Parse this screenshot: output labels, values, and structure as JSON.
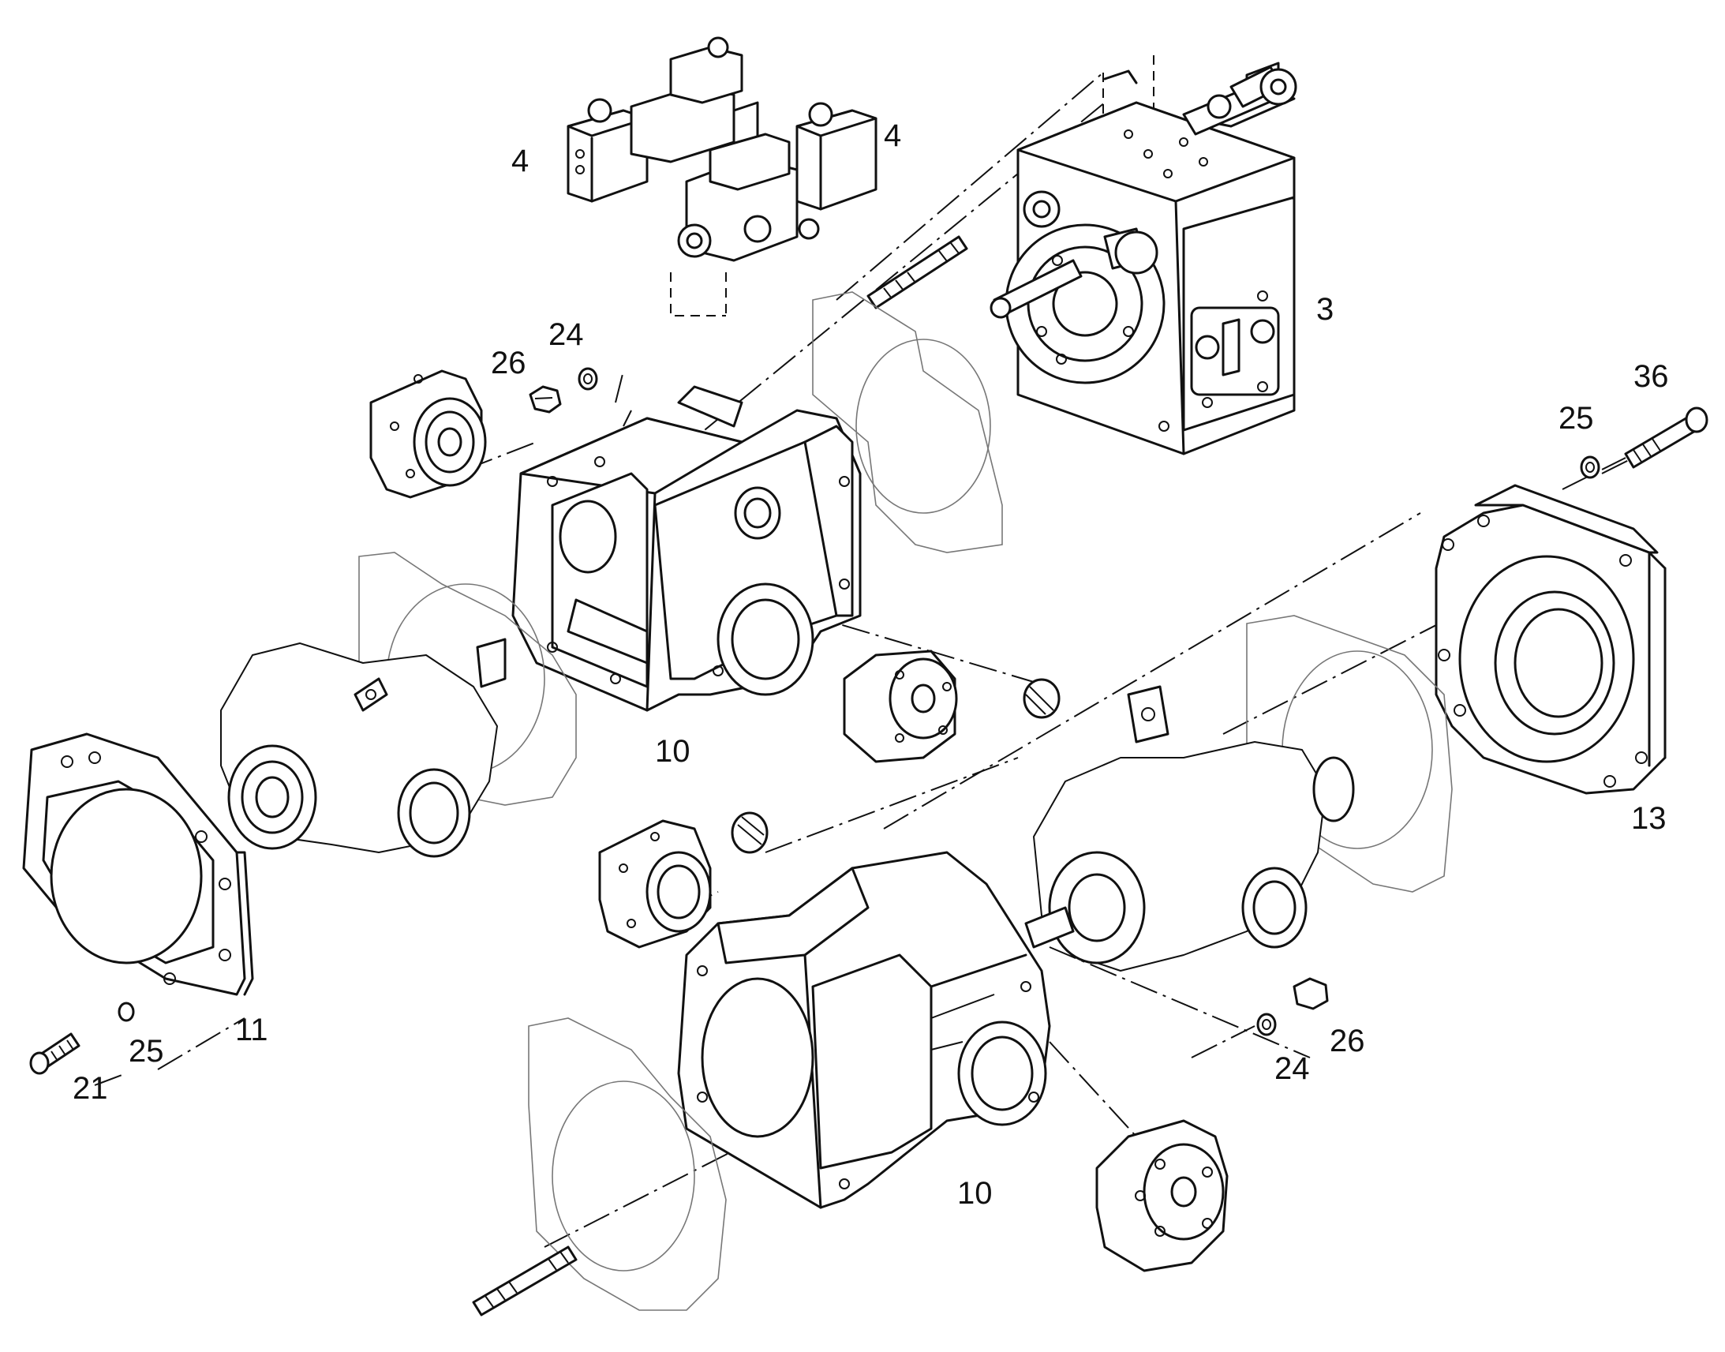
{
  "diagram": {
    "callouts": {
      "p4a": "4",
      "p4b": "4",
      "p3": "3",
      "p24a": "24",
      "p26a": "26",
      "p36": "36",
      "p25a": "25",
      "p10a": "10",
      "p13": "13",
      "p11": "11",
      "p25b": "25",
      "p21": "21",
      "p24b": "24",
      "p26b": "26",
      "p10b": "10"
    }
  }
}
